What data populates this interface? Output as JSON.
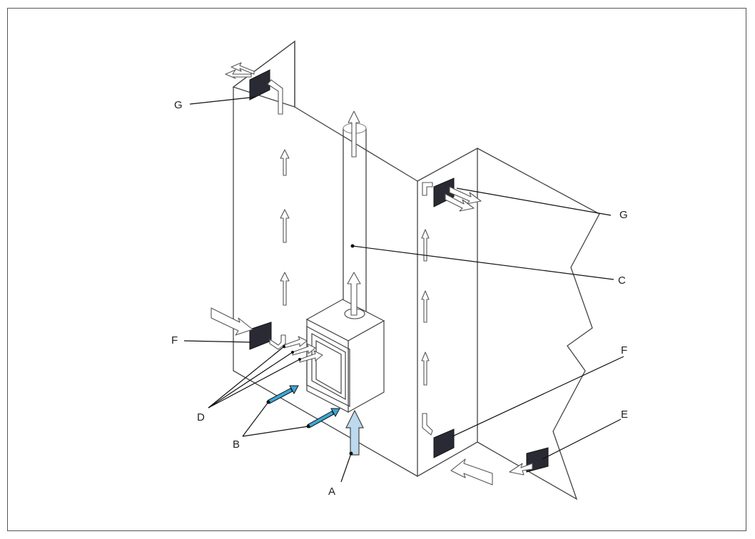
{
  "labels": {
    "g_top_left": "G",
    "g_right": "G",
    "c": "C",
    "f_left": "F",
    "f_right": "F",
    "d": "D",
    "b": "B",
    "a": "A",
    "e": "E"
  },
  "colors": {
    "supply_blue": "#3aa6d6",
    "supply_light": "#bcd9ee",
    "grille": "#2a2a35",
    "line": "#444444"
  }
}
